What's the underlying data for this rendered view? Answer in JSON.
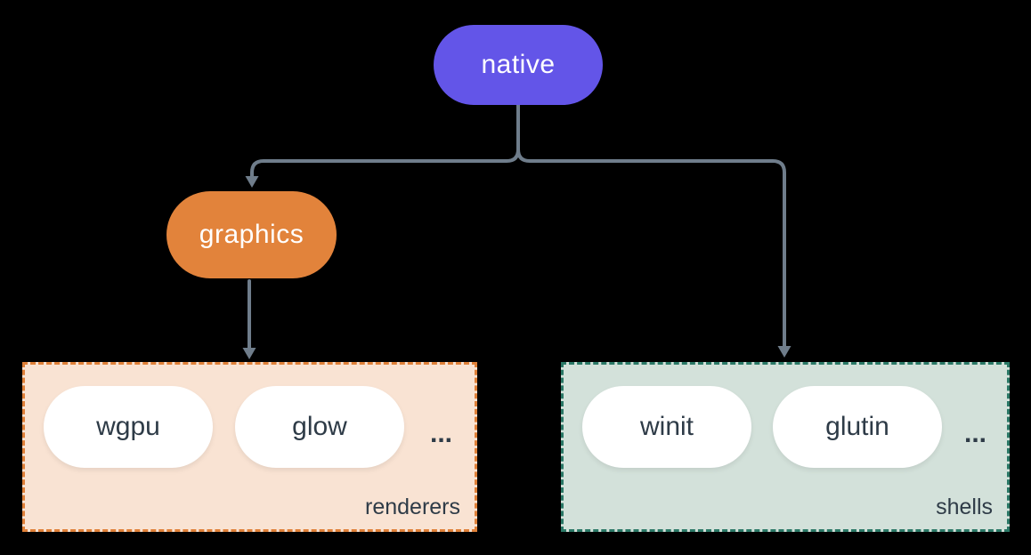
{
  "background": "#000000",
  "connector": {
    "color": "#6F7D8B"
  },
  "nodes": {
    "native": {
      "label": "native",
      "fill": "#6355E8",
      "text_color": "#FFFFFF"
    },
    "graphics": {
      "label": "graphics",
      "fill": "#E2833B",
      "text_color": "#FFFFFF"
    }
  },
  "groups": {
    "renderers": {
      "label": "renderers",
      "fill": "#F9E3D3",
      "border_color": "#DF8038",
      "text_color": "#2E3B47",
      "chip_fill": "#FFFFFF",
      "items": [
        "wgpu",
        "glow"
      ],
      "ellipsis": "..."
    },
    "shells": {
      "label": "shells",
      "fill": "#D3E1DA",
      "border_color": "#2A7866",
      "text_color": "#2E3B47",
      "chip_fill": "#FFFFFF",
      "items": [
        "winit",
        "glutin"
      ],
      "ellipsis": "..."
    }
  },
  "edges": [
    {
      "from": "native",
      "to": "graphics"
    },
    {
      "from": "native",
      "to": "shells"
    },
    {
      "from": "graphics",
      "to": "renderers"
    }
  ]
}
